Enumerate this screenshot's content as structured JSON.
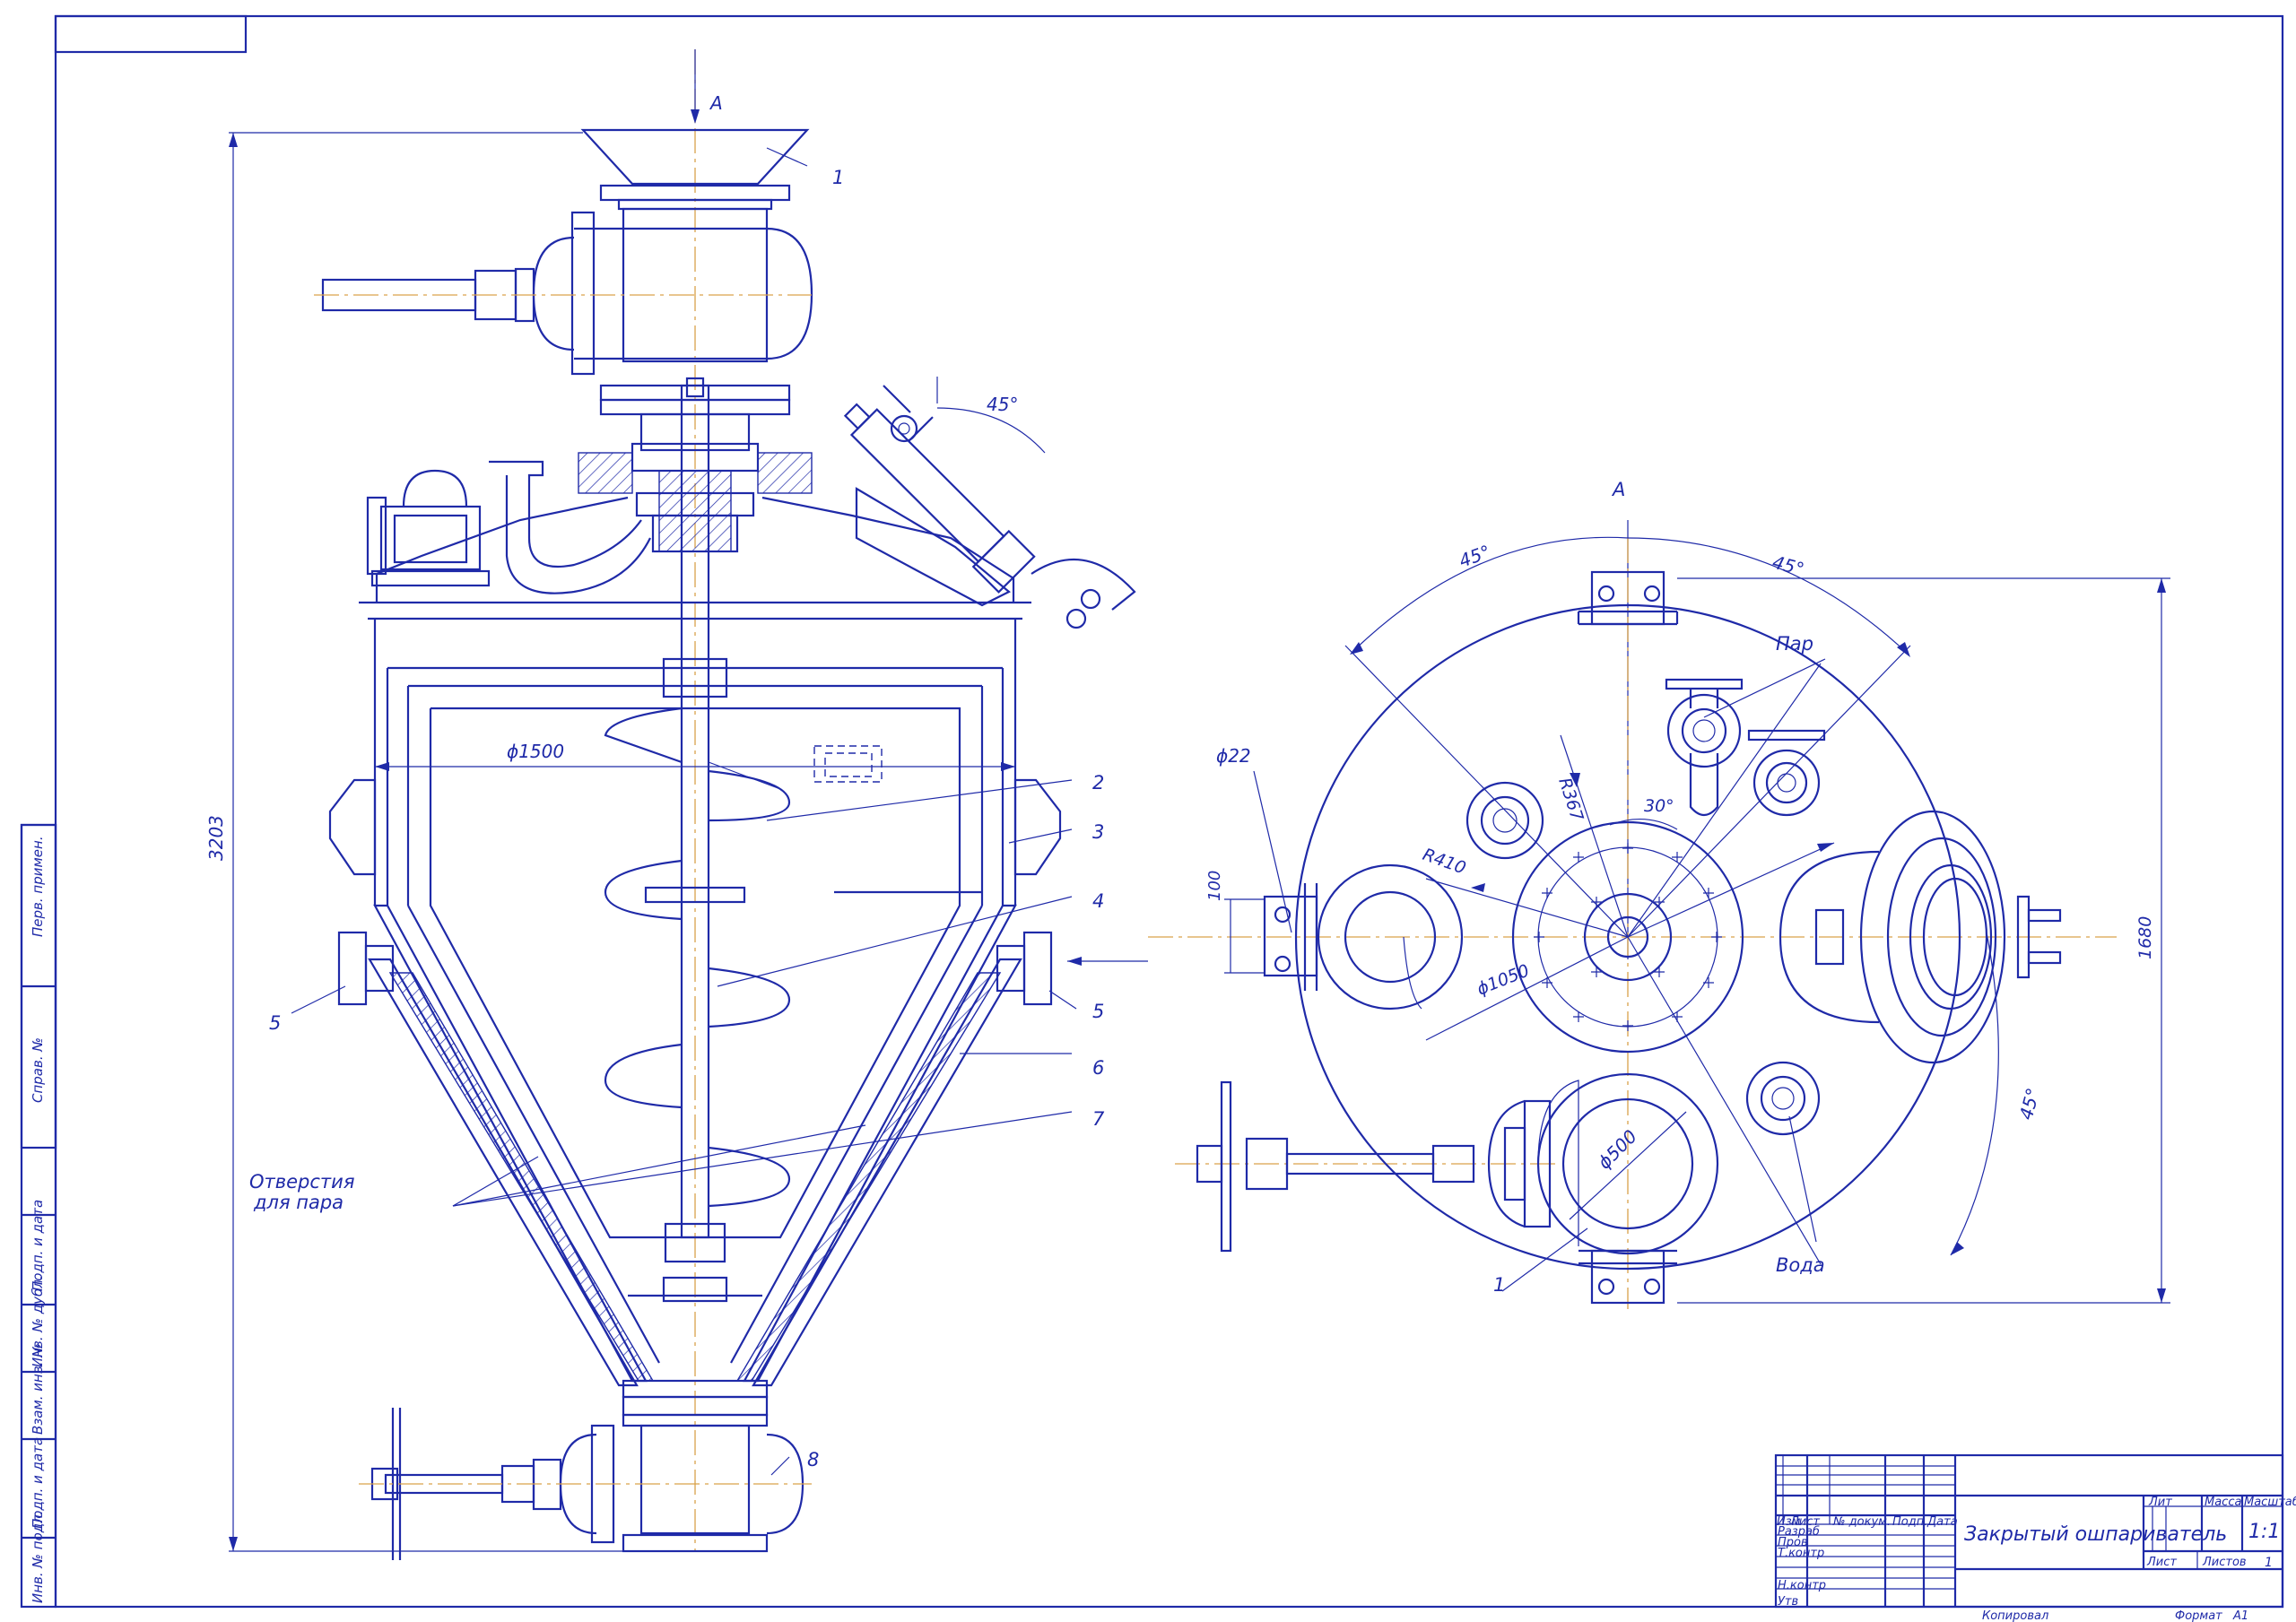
{
  "title_block": {
    "drawing_title": "Закрытый ошпариватель",
    "headers": [
      "Изм",
      "Лист",
      "№ докум.",
      "Подп.",
      "Дата"
    ],
    "roles": [
      "Разраб",
      "Пров",
      "Т.контр",
      "Н.контр",
      "Утв"
    ],
    "lit_label": "Лит",
    "mass_label": "Масса",
    "scale_label": "Масштаб",
    "scale_value": "1:1",
    "sheet_label": "Лист",
    "sheets_label": "Листов",
    "sheets_value": "1",
    "copied_label": "Копировал",
    "format_label": "Формат",
    "format_value": "A1"
  },
  "side_stamp": [
    "Перв. примен.",
    "Справ. №",
    "Подп. и дата",
    "Инв. № дубл.",
    "Взам. инв. №",
    "Подп. и дата",
    "Инв. № подл."
  ],
  "front_view": {
    "view_marker": "A",
    "angle": "45°",
    "diameter": "ϕ1500",
    "height": "3203",
    "holes_note_1": "Отверстия",
    "holes_note_2": "для пара",
    "leaders": [
      "1",
      "2",
      "3",
      "4",
      "5",
      "5",
      "6",
      "7",
      "8"
    ]
  },
  "top_view": {
    "view_title": "A",
    "angle_left": "45°",
    "angle_right": "45°",
    "angle_low": "45°",
    "angle_30": "30°",
    "steam": "Пар",
    "water": "Вода",
    "r367": "R367",
    "r410": "R410",
    "d1050": "ϕ1050",
    "d500": "ϕ500",
    "d22": "ϕ22",
    "dim100": "100",
    "dim1680": "1680",
    "leader1": "1"
  }
}
